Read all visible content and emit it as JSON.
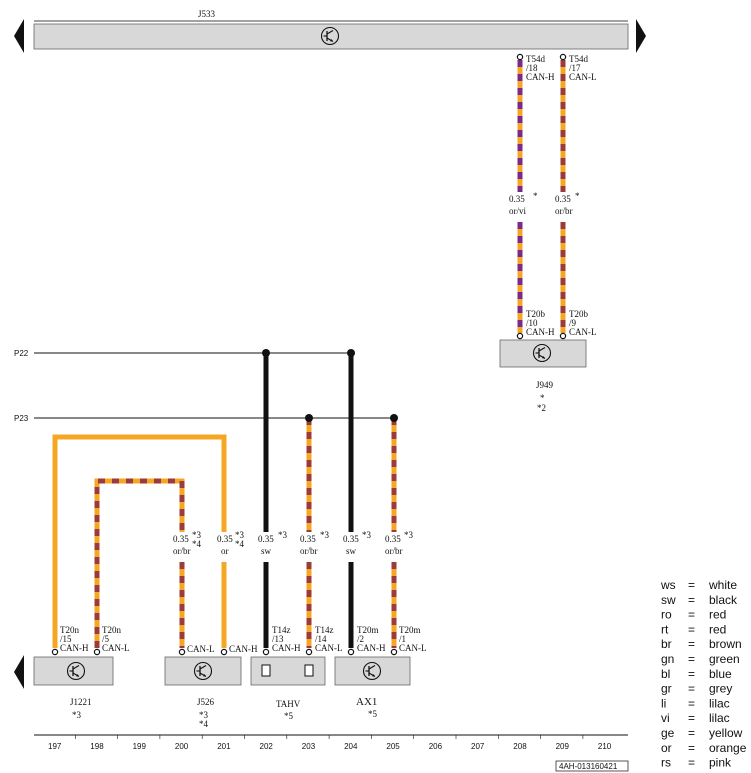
{
  "top_unit": {
    "label": "J533"
  },
  "rails": [
    "P22",
    "P23"
  ],
  "column_numbers": [
    "197",
    "198",
    "199",
    "200",
    "201",
    "202",
    "203",
    "204",
    "205",
    "206",
    "207",
    "208",
    "209",
    "210"
  ],
  "components": [
    {
      "id": "J1221",
      "label": "J1221",
      "note": "*3"
    },
    {
      "id": "J526",
      "label": "J526",
      "note": "*3\n*4"
    },
    {
      "id": "TAHV",
      "label": "TAHV",
      "note": "*5"
    },
    {
      "id": "AX1",
      "label": "AX1",
      "note": "*5"
    },
    {
      "id": "J949",
      "label": "J949",
      "note": "*\n*2"
    }
  ],
  "wires": [
    {
      "id": "w208",
      "size": "0.35",
      "color_code": "or/vi",
      "note": "*",
      "top_pin": "T54d\n/18\nCAN-H",
      "bottom_pin": "T20b\n/10\nCAN-H"
    },
    {
      "id": "w209",
      "size": "0.35",
      "color_code": "or/br",
      "note": "*",
      "top_pin": "T54d\n/17\nCAN-L",
      "bottom_pin": "T20b\n/9\nCAN-L"
    },
    {
      "id": "w197",
      "bottom_pin": "T20n\n/15\nCAN-H"
    },
    {
      "id": "w198",
      "bottom_pin": "T20n\n/5\nCAN-L"
    },
    {
      "id": "w200",
      "size": "0.35",
      "color_code": "or/br",
      "note": "*3\n*4",
      "bottom_pin": "CAN-L"
    },
    {
      "id": "w201",
      "size": "0.35",
      "color_code": "or",
      "note": "*3\n*4",
      "bottom_pin": "CAN-H"
    },
    {
      "id": "w202",
      "size": "0.35",
      "color_code": "sw",
      "note": "*3",
      "bottom_pin": "T14z\n/13\nCAN-H"
    },
    {
      "id": "w203",
      "size": "0.35",
      "color_code": "or/br",
      "note": "*3",
      "bottom_pin": "T14z\n/14\nCAN-L"
    },
    {
      "id": "w204",
      "size": "0.35",
      "color_code": "sw",
      "note": "*3",
      "bottom_pin": "T20m\n/2\nCAN-H"
    },
    {
      "id": "w205",
      "size": "0.35",
      "color_code": "or/br",
      "note": "*3",
      "bottom_pin": "T20m\n/1\nCAN-L"
    }
  ],
  "legend": [
    {
      "code": "ws",
      "eq": "=",
      "name": "white"
    },
    {
      "code": "sw",
      "eq": "=",
      "name": "black"
    },
    {
      "code": "ro",
      "eq": "=",
      "name": "red"
    },
    {
      "code": "rt",
      "eq": "=",
      "name": "red"
    },
    {
      "code": "br",
      "eq": "=",
      "name": "brown"
    },
    {
      "code": "gn",
      "eq": "=",
      "name": "green"
    },
    {
      "code": "bl",
      "eq": "=",
      "name": "blue"
    },
    {
      "code": "gr",
      "eq": "=",
      "name": "grey"
    },
    {
      "code": "li",
      "eq": "=",
      "name": "lilac"
    },
    {
      "code": "vi",
      "eq": "=",
      "name": "lilac"
    },
    {
      "code": "ge",
      "eq": "=",
      "name": "yellow"
    },
    {
      "code": "or",
      "eq": "=",
      "name": "orange"
    },
    {
      "code": "rs",
      "eq": "=",
      "name": "pink"
    }
  ],
  "doc_id": "4AH-013160421",
  "colors": {
    "orange": "#f5a623",
    "violet": "#7b2a8c",
    "brown": "#9b3b3b",
    "black": "#111111",
    "box_fill": "#d8d8d8"
  }
}
